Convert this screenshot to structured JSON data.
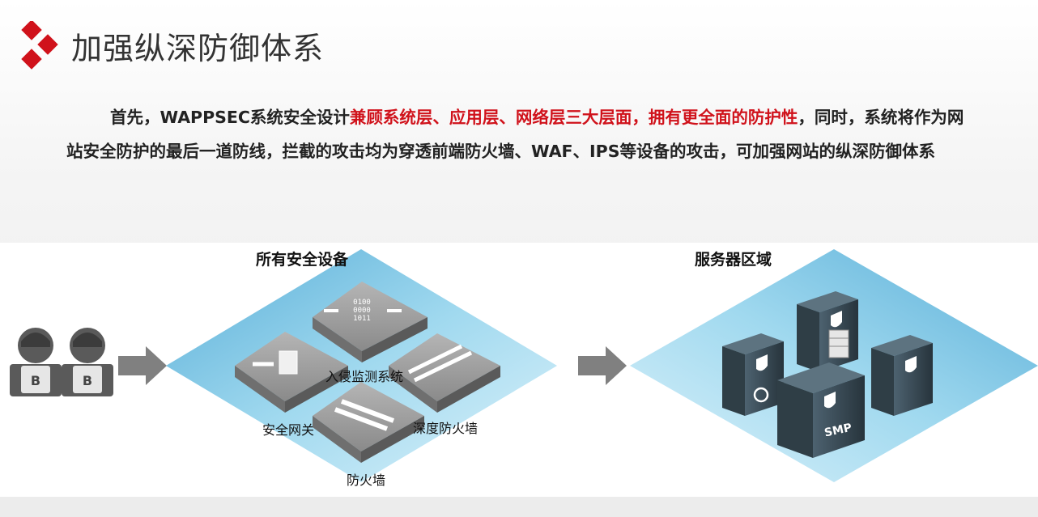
{
  "title": "加强纵深防御体系",
  "paragraph": {
    "p1": "首先，WAPPSEC系统安全设计",
    "p2_highlight": "兼顾系统层、应用层、网络层三大层面，拥有更全面的防护性",
    "p3": "，同时，系统将作为网站安全防护的最后一道防线，拦截的攻击均为穿透前端防火墙、WAF、IPS等设备的攻击，可加强网站的纵深防御体系"
  },
  "diagram": {
    "security_group_label": "所有安全设备",
    "server_group_label": "服务器区域",
    "devices": {
      "ids": "入侵监测系统",
      "gateway": "安全网关",
      "deep_firewall": "深度防火墙",
      "firewall": "防火墙"
    },
    "ids_display": [
      "0100",
      "0000",
      "1011"
    ],
    "smp_label": "SMP",
    "user_symbol": "B"
  },
  "colors": {
    "accent_red": "#d0121b",
    "plate_blue": "#59b5dd",
    "device_gray": "#8c8c8c",
    "server_dark": "#3a4a54"
  }
}
